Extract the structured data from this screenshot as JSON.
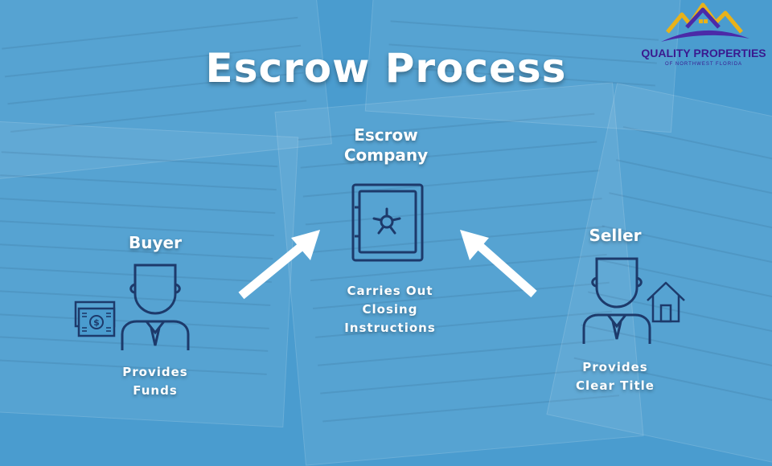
{
  "title": "Escrow Process",
  "logo": {
    "name": "QUALITY PROPERTIES",
    "tagline": "OF NORTHWEST FLORIDA",
    "colors": {
      "roof_gold": "#e8b21a",
      "roof_purple": "#4b2aa8",
      "text": "#3a1a8f"
    }
  },
  "nodes": {
    "escrow": {
      "title_line1": "Escrow",
      "title_line2": "Company",
      "caption_line1": "Carries Out",
      "caption_line2": "Closing",
      "caption_line3": "Instructions",
      "icon": "safe-icon"
    },
    "buyer": {
      "title": "Buyer",
      "caption_line1": "Provides",
      "caption_line2": "Funds",
      "icon": "person-icon",
      "sub_icon": "money-icon"
    },
    "seller": {
      "title": "Seller",
      "caption_line1": "Provides",
      "caption_line2": "Clear Title",
      "icon": "person-icon",
      "sub_icon": "house-icon"
    }
  },
  "edges": [
    {
      "from": "buyer",
      "to": "escrow"
    },
    {
      "from": "seller",
      "to": "escrow"
    }
  ],
  "colors": {
    "background": "#4a9ccf",
    "icon_stroke": "#1d3a6b",
    "text": "#ffffff"
  }
}
